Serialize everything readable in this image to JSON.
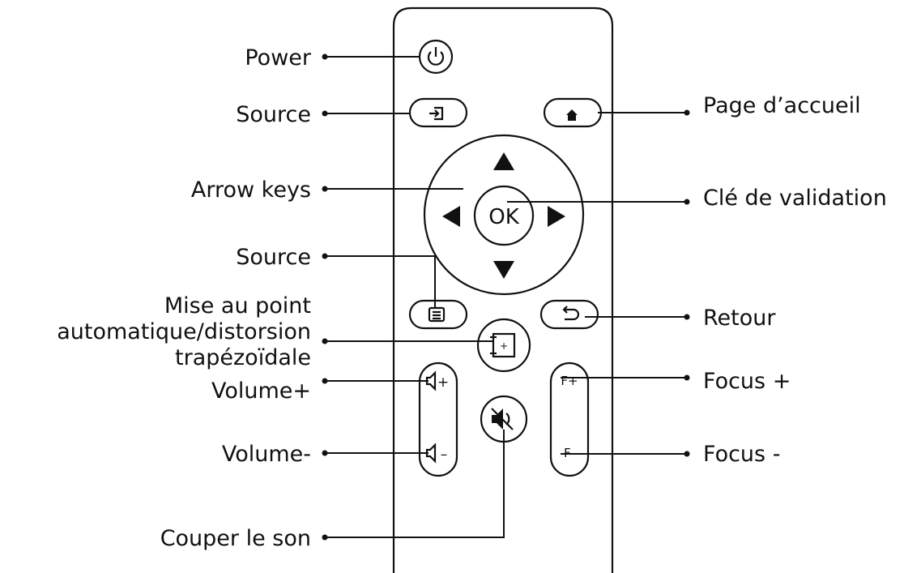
{
  "callouts": {
    "power": "Power",
    "source_1": "Source",
    "home": "Page d’accueil",
    "arrow_keys": "Arrow keys",
    "ok_key": "Clé de validation",
    "source_2": "Source",
    "autofocus_line1": "Mise au point",
    "autofocus_line2": "automatique/distorsion",
    "autofocus_line3": "trapézoïdale",
    "back": "Retour",
    "volume_up": "Volume+",
    "focus_up": "Focus +",
    "volume_down": "Volume-",
    "focus_down": "Focus -",
    "mute": "Couper le son"
  },
  "buttons": {
    "ok_label": "OK",
    "focus_plus_label": "F+",
    "focus_minus_label": "F-",
    "volume_plus_label": "+",
    "volume_minus_label": "–"
  },
  "icons": {
    "power": "power-icon",
    "source": "input-source-icon",
    "home": "home-icon",
    "menu": "menu-icon",
    "back": "back-icon",
    "autofocus": "keystone-frame-icon",
    "mute": "mute-icon",
    "volume": "speaker-icon"
  },
  "colors": {
    "line": "#111111",
    "background": "#ffffff"
  }
}
